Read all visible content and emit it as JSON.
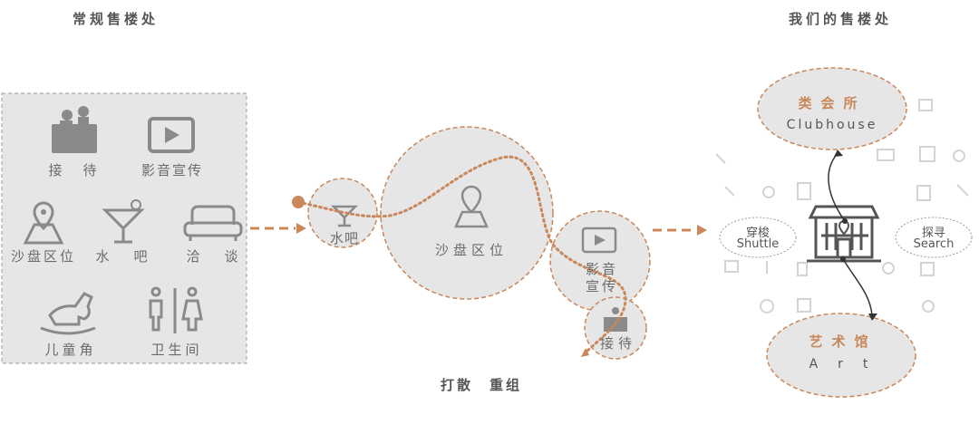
{
  "left_panel": {
    "title": "常规售楼处",
    "items": [
      {
        "label": "接　待",
        "icon": "reception-desk-icon"
      },
      {
        "label": "影音宣传",
        "icon": "video-play-icon"
      },
      {
        "label": "沙盘区位",
        "icon": "map-pin-icon"
      },
      {
        "label": "水　吧",
        "icon": "cocktail-icon"
      },
      {
        "label": "洽　谈",
        "icon": "sofa-icon"
      },
      {
        "label": "儿童角",
        "icon": "rocking-horse-icon"
      },
      {
        "label": "卫生间",
        "icon": "restroom-icon"
      }
    ]
  },
  "middle": {
    "caption": "打散　重组",
    "bubbles": [
      {
        "label": "水吧",
        "icon": "cocktail-icon"
      },
      {
        "label": "沙盘区位",
        "icon": "map-pin-icon"
      },
      {
        "label_line1": "影音",
        "label_line2": "宣传",
        "icon": "video-play-icon"
      },
      {
        "label": "接待",
        "icon": "reception-desk-icon"
      }
    ]
  },
  "right_panel": {
    "title": "我们的售楼处",
    "clubhouse": {
      "cn": "类会所",
      "en": "Clubhouse"
    },
    "art": {
      "cn": "艺术馆",
      "en": "Art"
    },
    "shuttle": {
      "cn": "穿梭",
      "en": "Shuttle"
    },
    "search": {
      "cn": "探寻",
      "en": "Search"
    },
    "center_icon": "building-icon"
  },
  "colors": {
    "accent": "#c9875a",
    "panel_fill": "#e4e4e4",
    "icon_gray": "#8a8a8a",
    "text_gray": "#6b6b6b"
  }
}
